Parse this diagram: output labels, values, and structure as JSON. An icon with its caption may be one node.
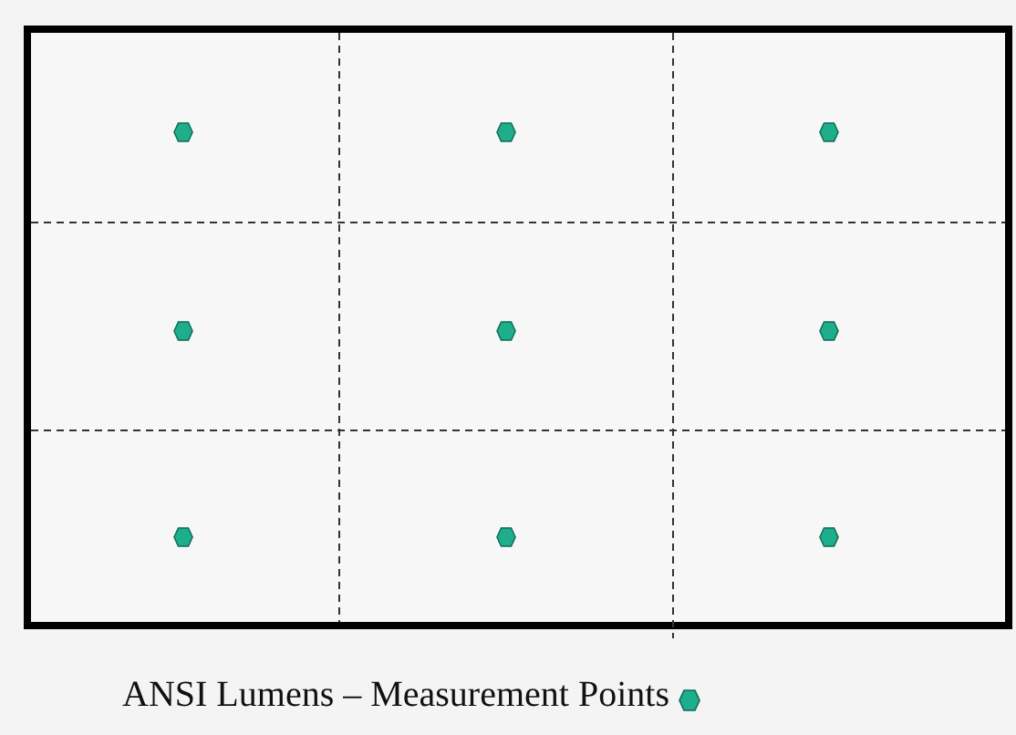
{
  "diagram": {
    "nodes": [
      {
        "text": [],
        "shape": "hexagon"
      },
      {
        "text": [],
        "shape": "hexagon"
      },
      {
        "text": [],
        "shape": "hexagon"
      },
      {
        "text": [],
        "shape": "hexagon"
      },
      {
        "text": [],
        "shape": "hexagon"
      },
      {
        "text": [],
        "shape": "hexagon"
      },
      {
        "text": [],
        "shape": "hexagon"
      },
      {
        "text": [],
        "shape": "hexagon"
      },
      {
        "text": [],
        "shape": "hexagon"
      }
    ],
    "legend": [
      {
        "text": "ANSI Lumens – Measurement Points",
        "color": "#1fae8c"
      }
    ]
  }
}
